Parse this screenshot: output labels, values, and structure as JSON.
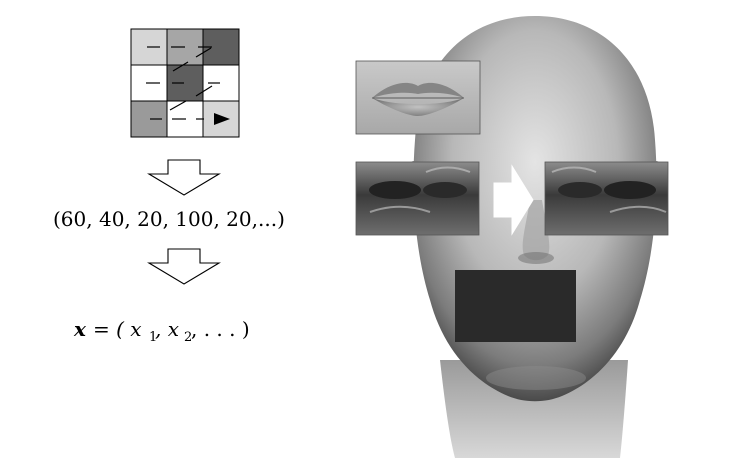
{
  "grid": {
    "rows": 3,
    "cols": 3,
    "cell_colors": [
      [
        "#d6d6d6",
        "#a6a6a6",
        "#5e5e5e"
      ],
      [
        "#ffffff",
        "#5e5e5e",
        "#ffffff"
      ],
      [
        "#9a9a9a",
        "#ffffff",
        "#d6d6d6"
      ]
    ]
  },
  "vector_text": "(60, 40, 20, 100, 20,...)",
  "equation": {
    "bold_x": "x",
    "rest": "= ( x",
    "sub1": "1",
    "mid": ", x",
    "sub2": "2",
    "tail": ", . . . )"
  },
  "colors": {
    "dark_patch": "#2a2a2a",
    "arrow_outline": "#000000",
    "face_base": "#bdbdbd"
  },
  "icons": {
    "scan_path": "raster-scan-arrows",
    "down_arrow": "hollow-down-arrow",
    "swap_arrow": "white-right-arrow"
  }
}
